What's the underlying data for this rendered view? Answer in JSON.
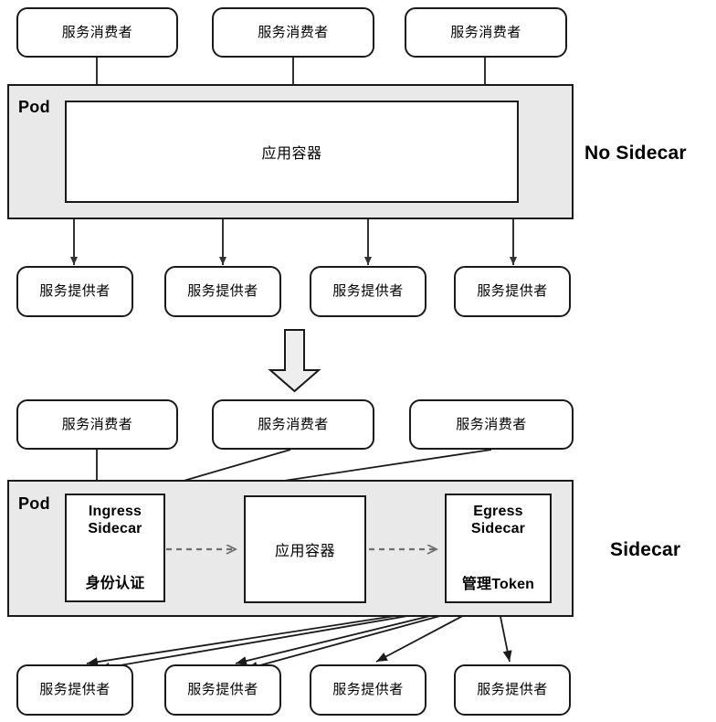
{
  "diagram": {
    "title": "Sidecar vs No Sidecar architecture",
    "colors": {
      "pod_fill": "#e9e9e9",
      "node_fill": "#ffffff",
      "stroke": "#1a1a1a",
      "solid_arrow": "#333333",
      "dashed_arrow": "#808080",
      "block_arrow_fill": "#eeeeee"
    }
  },
  "top_section": {
    "side_label": "No Sidecar",
    "pod_label": "Pod",
    "consumers": [
      {
        "label": "服务消费者"
      },
      {
        "label": "服务消费者"
      },
      {
        "label": "服务消费者"
      }
    ],
    "app_container": {
      "label": "应用容器"
    },
    "providers": [
      {
        "label": "服务提供者"
      },
      {
        "label": "服务提供者"
      },
      {
        "label": "服务提供者"
      },
      {
        "label": "服务提供者"
      }
    ]
  },
  "transition": {
    "icon": "down-block-arrow"
  },
  "bottom_section": {
    "side_label": "Sidecar",
    "pod_label": "Pod",
    "consumers": [
      {
        "label": "服务消费者"
      },
      {
        "label": "服务消费者"
      },
      {
        "label": "服务消费者"
      }
    ],
    "ingress_sidecar": {
      "title_line1": "Ingress",
      "title_line2": "Sidecar",
      "subtitle": "身份认证"
    },
    "app_container": {
      "label": "应用容器"
    },
    "egress_sidecar": {
      "title_line1": "Egress",
      "title_line2": "Sidecar",
      "subtitle": "管理Token"
    },
    "providers": [
      {
        "label": "服务提供者"
      },
      {
        "label": "服务提供者"
      },
      {
        "label": "服务提供者"
      },
      {
        "label": "服务提供者"
      }
    ]
  }
}
